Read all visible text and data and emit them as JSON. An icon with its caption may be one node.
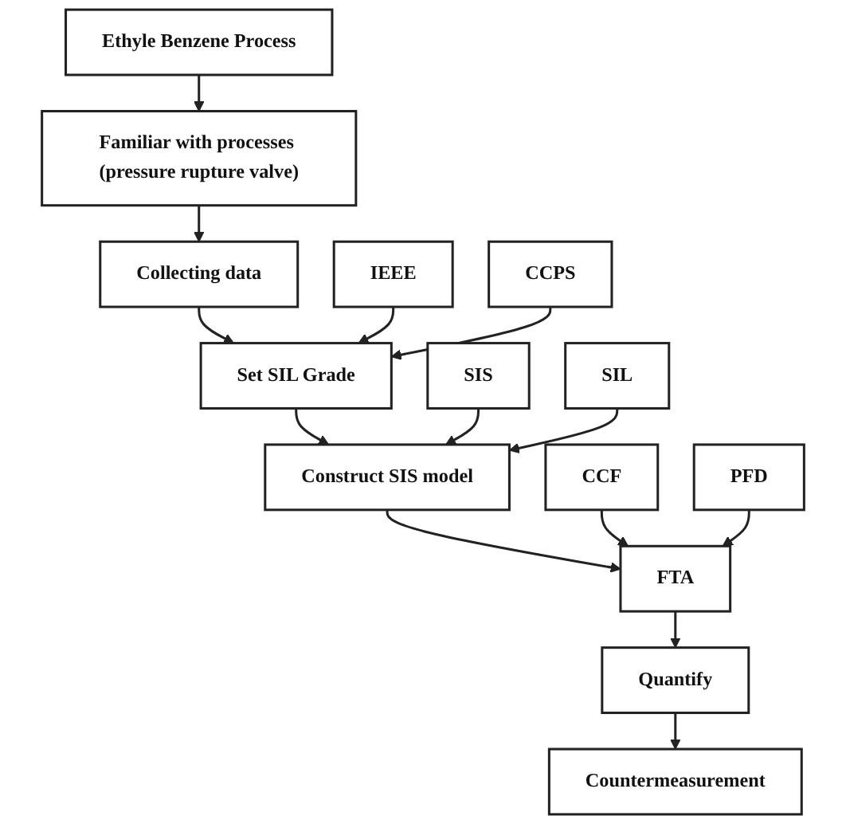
{
  "diagram": {
    "nodes": [
      {
        "text": [
          "Ethyle Benzene Process"
        ]
      },
      {
        "text": [
          "Familiar with processes (pressure rupture valve)"
        ]
      },
      {
        "text": [
          "Collecting data"
        ]
      },
      {
        "text": [
          "IEEE"
        ]
      },
      {
        "text": [
          "CCPS"
        ]
      },
      {
        "text": [
          "Set SIL Grade"
        ]
      },
      {
        "text": [
          "SIS"
        ]
      },
      {
        "text": [
          "SIL"
        ]
      },
      {
        "text": [
          "Construct SIS model"
        ]
      },
      {
        "text": [
          "CCF"
        ]
      },
      {
        "text": [
          "PFD"
        ]
      },
      {
        "text": [
          "FTA"
        ]
      },
      {
        "text": [
          "Quantify"
        ]
      },
      {
        "text": [
          "Countermeasurement"
        ]
      }
    ],
    "edges": [
      {
        "from": 0,
        "to": 1,
        "arrow": "to"
      },
      {
        "from": 1,
        "to": 2,
        "arrow": "to"
      },
      {
        "from": 2,
        "to": 5,
        "arrow": "to"
      },
      {
        "from": 3,
        "to": 5,
        "arrow": "to"
      },
      {
        "from": 4,
        "to": 5,
        "arrow": "to"
      },
      {
        "from": 5,
        "to": 8,
        "arrow": "to"
      },
      {
        "from": 6,
        "to": 8,
        "arrow": "to"
      },
      {
        "from": 7,
        "to": 8,
        "arrow": "to"
      },
      {
        "from": 8,
        "to": 11,
        "arrow": "to"
      },
      {
        "from": 9,
        "to": 11,
        "arrow": "to"
      },
      {
        "from": 10,
        "to": 11,
        "arrow": "to"
      },
      {
        "from": 11,
        "to": 12,
        "arrow": "to"
      },
      {
        "from": 12,
        "to": 13,
        "arrow": "to"
      }
    ]
  }
}
